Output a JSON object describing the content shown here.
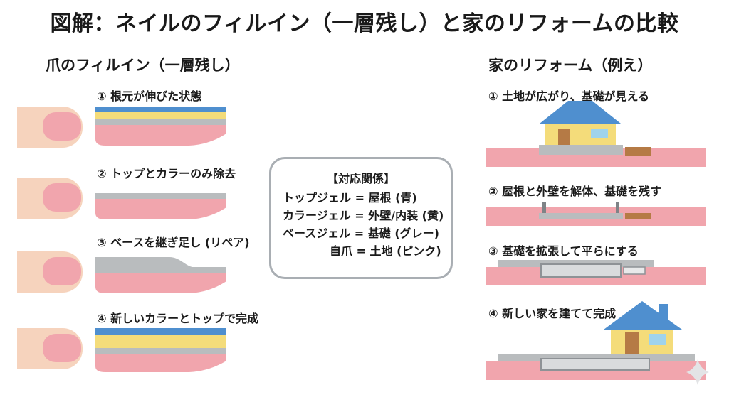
{
  "title": "図解：ネイルのフィルイン（一層残し）と家のリフォームの比較",
  "nail": {
    "heading": "爪のフィルイン（一層残し）",
    "steps": [
      "① 根元が伸びた状態",
      "② トップとカラーのみ除去",
      "③ ベースを継ぎ足し (リペア)",
      "④ 新しいカラーとトップで完成"
    ]
  },
  "house": {
    "heading": "家のリフォーム（例え）",
    "steps": [
      "① 土地が広がり、基礎が見える",
      "② 屋根と外壁を解体、基礎を残す",
      "③ 基礎を拡張して平らにする",
      "④ 新しい家を建てて完成"
    ]
  },
  "legend": {
    "heading": "【対応関係】",
    "lines": [
      "トップジェル = 屋根 (青)",
      "カラージェル = 外壁/内装 (黄)",
      "ベースジェル = 基礎 (グレー)",
      "自爪 = 土地 (ピンク)"
    ]
  },
  "colors": {
    "top_gel_roof": "#4f8fcf",
    "color_gel_wall": "#f4dc7a",
    "base_gel_foundation": "#b9bcbe",
    "natural_nail_land": "#f1a5ad",
    "skin": "#f6d3bd",
    "soil": "#b57a45",
    "panel_border": "#a9aeb3"
  }
}
